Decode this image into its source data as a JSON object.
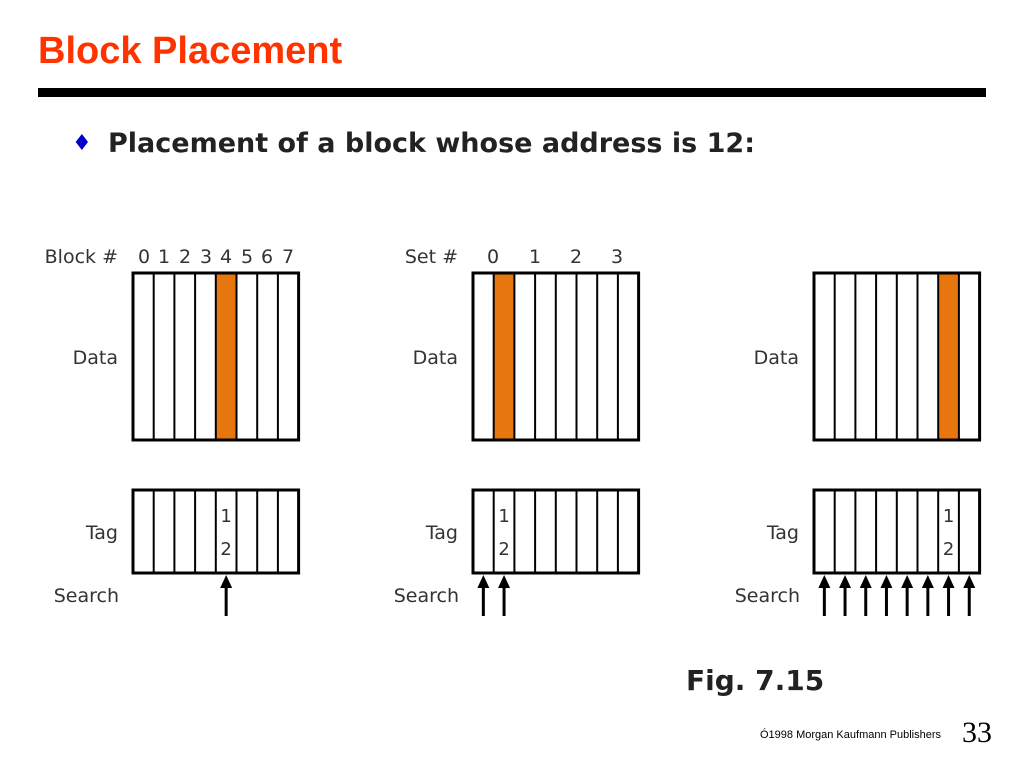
{
  "title": "Block Placement",
  "bullet": {
    "icon": "diamond-bullet-icon",
    "text": "Placement of a block whose address is 12:"
  },
  "colors": {
    "title": "#ff3300",
    "highlight": "#e8760e",
    "bullet": "#0000cc"
  },
  "diagrams": [
    {
      "kind": "direct-mapped",
      "header_label": "Block #",
      "header_numbers": [
        "0",
        "1",
        "2",
        "3",
        "4",
        "5",
        "6",
        "7"
      ],
      "slots": 8,
      "highlight_index": 4,
      "data_label": "Data",
      "tag_label": "Tag",
      "search_label": "Search",
      "tag_value": [
        "1",
        "2"
      ],
      "tag_index": 4,
      "search_arrows": [
        4
      ]
    },
    {
      "kind": "set-associative",
      "header_label": "Set #",
      "header_numbers": [
        "0",
        "1",
        "2",
        "3"
      ],
      "slots": 8,
      "highlight_index": 1,
      "data_label": "Data",
      "tag_label": "Tag",
      "search_label": "Search",
      "tag_value": [
        "1",
        "2"
      ],
      "tag_index": 1,
      "search_arrows": [
        0,
        1
      ]
    },
    {
      "kind": "fully-associative",
      "header_label": "",
      "header_numbers": [],
      "slots": 8,
      "highlight_index": 6,
      "data_label": "Data",
      "tag_label": "Tag",
      "search_label": "Search",
      "tag_value": [
        "1",
        "2"
      ],
      "tag_index": 6,
      "search_arrows": [
        0,
        1,
        2,
        3,
        4,
        5,
        6,
        7
      ]
    }
  ],
  "figure_caption": "Fig. 7.15",
  "copyright": "Ó1998 Morgan Kaufmann Publishers",
  "page_number": "33"
}
